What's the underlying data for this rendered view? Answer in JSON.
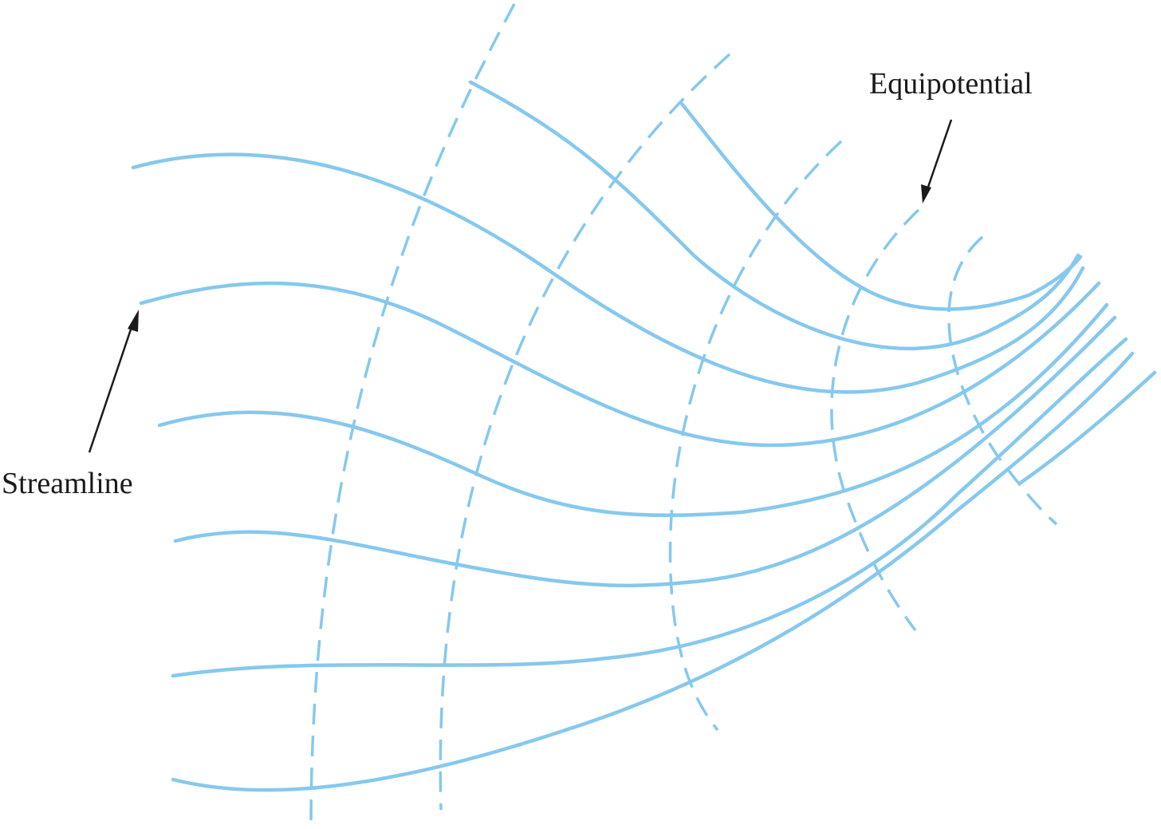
{
  "labels": {
    "streamline": "Streamline",
    "equipotential": "Equipotential"
  },
  "colors": {
    "flow_lines": "#86c8ee",
    "text": "#1a1a1a"
  },
  "line_styles": {
    "streamline": "solid",
    "equipotential": "dashed"
  }
}
